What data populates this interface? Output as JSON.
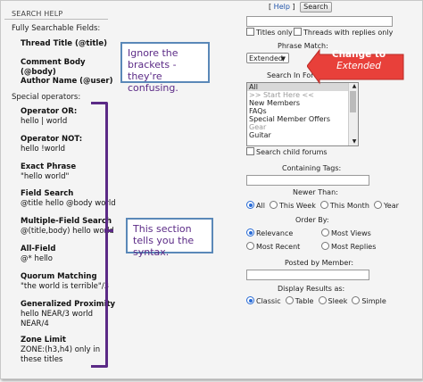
{
  "help": {
    "title": "SEARCH HELP",
    "fully_searchable_label": "Fully Searchable Fields:",
    "fields": [
      {
        "title": "Thread Title (@title)"
      },
      {
        "title": "Comment Body (@body)"
      },
      {
        "title": "Author Name (@user)"
      }
    ],
    "special_label": "Special operators:",
    "operators": [
      {
        "title": "Operator OR:",
        "example": "hello | world"
      },
      {
        "title": "Operator NOT:",
        "example": "hello !world"
      },
      {
        "title": "Exact Phrase",
        "example": "\"hello world\""
      },
      {
        "title": "Field Search",
        "example": "@title hello @body world"
      },
      {
        "title": "Multiple-Field Search",
        "example": "@(title,body) hello world"
      },
      {
        "title": "All-Field",
        "example": "@* hello"
      },
      {
        "title": "Quorum Matching",
        "example": "\"the world is terrible\"/3"
      },
      {
        "title": "Generalized Proximity",
        "example": "hello NEAR/3 world NEAR/4"
      },
      {
        "title": "Zone Limit",
        "example": "ZONE:(h3,h4) only in these titles"
      }
    ]
  },
  "annotations": {
    "brackets_callout": "Ignore the brackets - they're confusing.",
    "syntax_callout": "This section tells you the syntax.",
    "change_to": "Change to",
    "change_value": "Extended",
    "bracket_color": "#5b2a86",
    "arrow_color": "#e8403a"
  },
  "form": {
    "help_link": "Help",
    "bracket_open": "[",
    "bracket_close": "]",
    "search_button": "Search",
    "search_value": "",
    "titles_only": "Titles only",
    "threads_with_replies": "Threads with replies only",
    "phrase_match_label": "Phrase Match:",
    "phrase_match_value": "Extended",
    "search_in_forums_label": "Search In Forums:",
    "forums": [
      "All",
      ">> Start Here <<",
      "New Members",
      "FAQs",
      "Special Member Offers",
      "Gear",
      "Guitar"
    ],
    "search_child_forums": "Search child forums",
    "containing_tags_label": "Containing Tags:",
    "newer_than_label": "Newer Than:",
    "newer_than_options": [
      "All",
      "This Week",
      "This Month",
      "Year"
    ],
    "newer_than_selected": "All",
    "order_by_label": "Order By:",
    "order_by_options": [
      "Relevance",
      "Most Views",
      "Most Recent",
      "Most Replies"
    ],
    "order_by_selected": "Relevance",
    "posted_by_label": "Posted by Member:",
    "display_results_label": "Display Results as:",
    "display_options": [
      "Classic",
      "Table",
      "Sleek",
      "Simple"
    ],
    "display_selected": "Classic"
  }
}
